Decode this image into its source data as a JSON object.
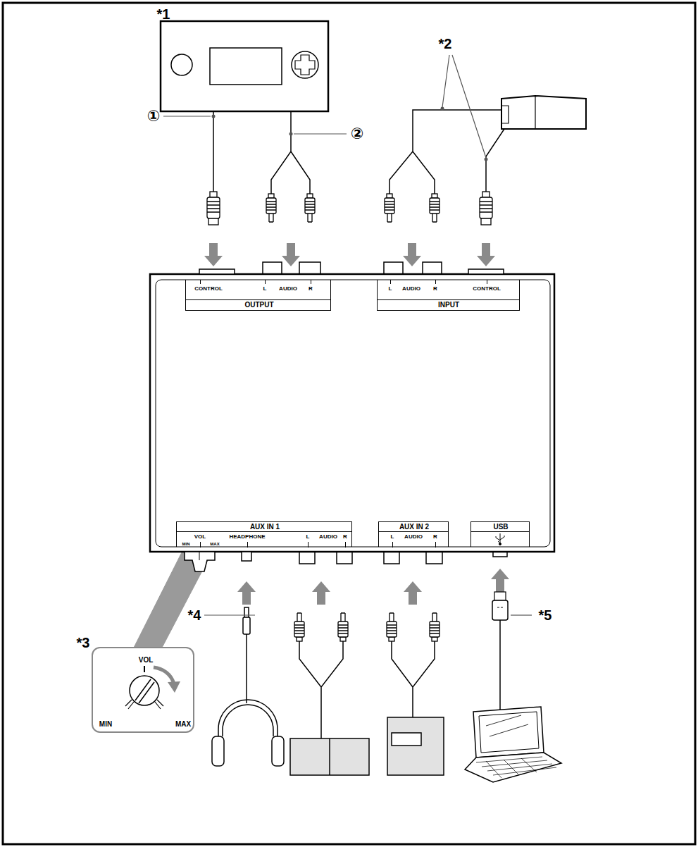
{
  "diagram": {
    "nodes": [
      {
        "text": [
          "CONTROL",
          "L",
          "AUDIO",
          "R",
          "OUTPUT"
        ]
      },
      {
        "text": [
          "L",
          "AUDIO",
          "R",
          "CONTROL",
          "INPUT"
        ]
      },
      {
        "text": [
          "AUX IN 1",
          "VOL",
          "MIN",
          "MAX",
          "HEADPHONE",
          "L",
          "AUDIO",
          "R"
        ]
      },
      {
        "text": [
          "AUX IN 2",
          "L",
          "AUDIO",
          "R"
        ]
      },
      {
        "text": [
          "USB"
        ]
      },
      {
        "text": [
          "VOL",
          "MIN",
          "MAX"
        ]
      }
    ],
    "edges": [
      {
        "from": 2,
        "to": 5,
        "arrow": "none"
      }
    ],
    "labels": [
      "*1",
      "①",
      "②",
      "*2",
      "*3",
      "*4",
      "*5"
    ]
  }
}
